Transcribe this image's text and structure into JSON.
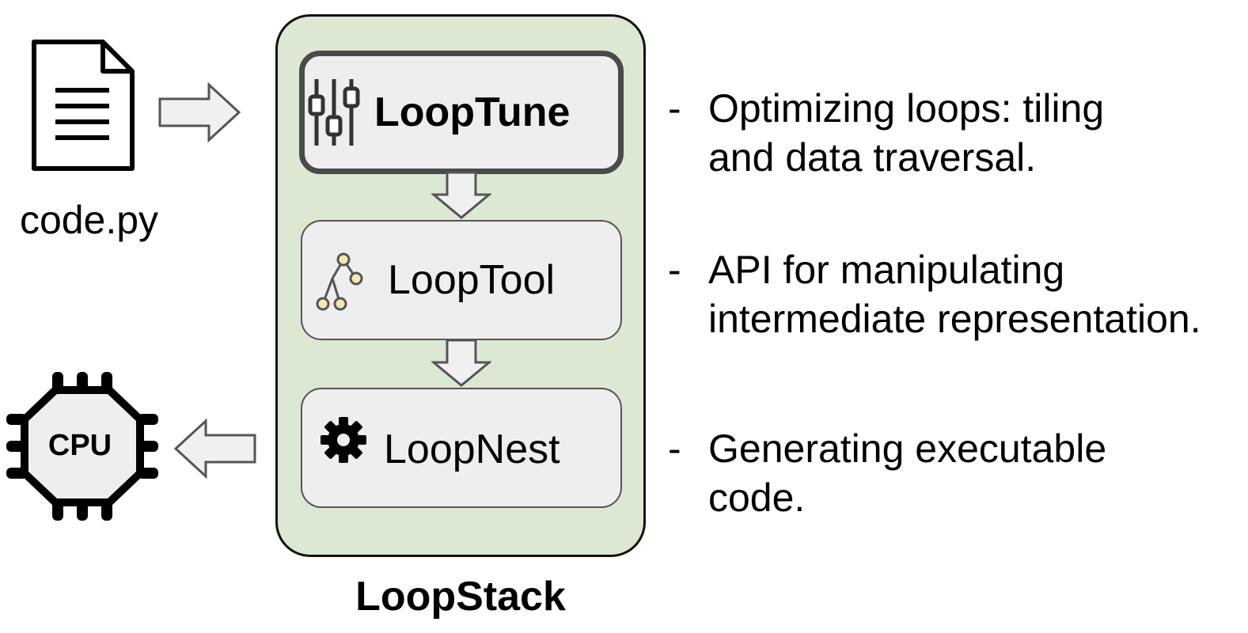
{
  "input": {
    "file_label": "code.py",
    "icon": "file-document-icon"
  },
  "output": {
    "cpu_label": "CPU",
    "icon": "cpu-chip-icon"
  },
  "stack": {
    "label": "LoopStack",
    "panel_color": "#dce8d2",
    "components": [
      {
        "label": "LoopTune",
        "icon": "sliders-icon",
        "highlighted": true
      },
      {
        "label": "LoopTool",
        "icon": "tree-icon",
        "highlighted": false
      },
      {
        "label": "LoopNest",
        "icon": "gear-icon",
        "highlighted": false
      }
    ]
  },
  "descriptions": [
    {
      "dash": "-",
      "lines": [
        "Optimizing loops: tiling",
        "and data traversal."
      ]
    },
    {
      "dash": "-",
      "lines": [
        "API for manipulating",
        "intermediate representation."
      ]
    },
    {
      "dash": "-",
      "lines": [
        "Generating executable",
        "code."
      ]
    }
  ]
}
